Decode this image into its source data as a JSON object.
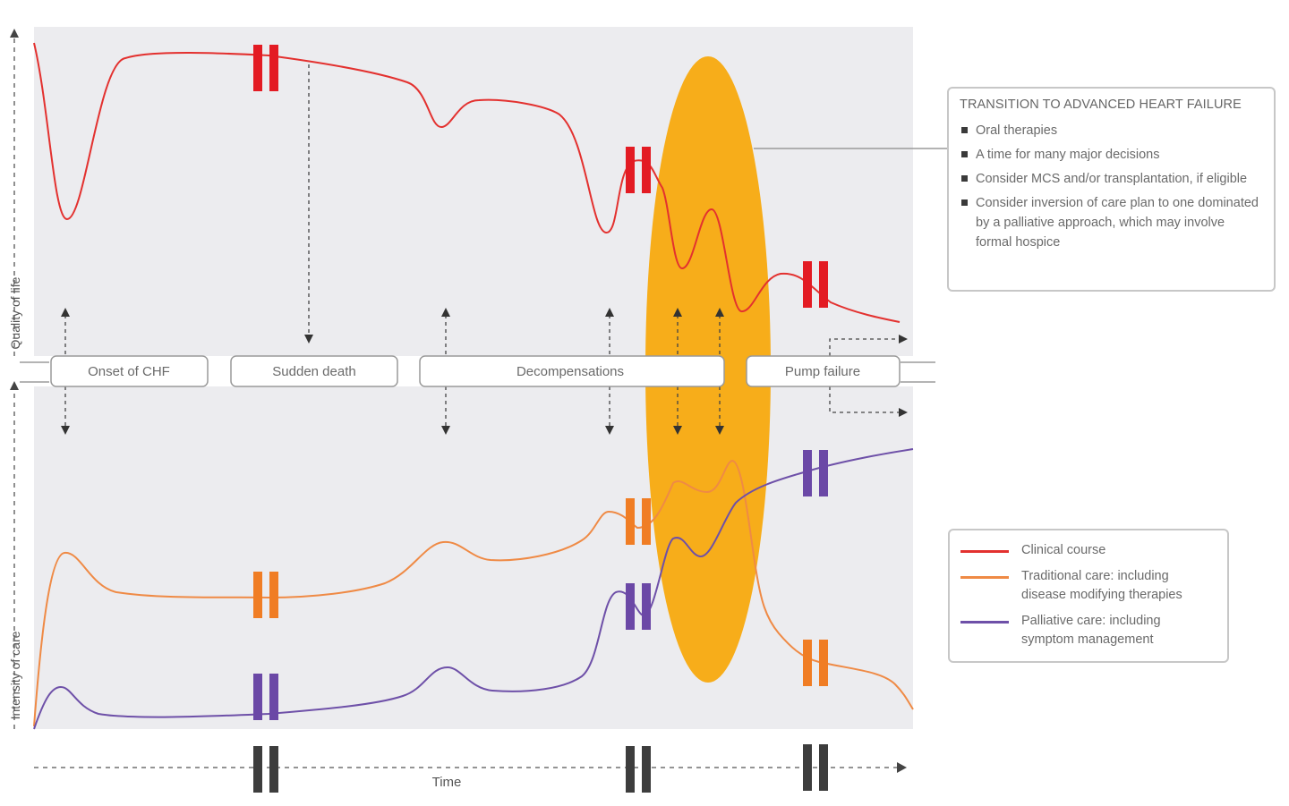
{
  "colors": {
    "plot_bg": "#ececef",
    "clinical": "#e3312f",
    "traditional": "#ef8a45",
    "palliative": "#6e50a8",
    "ellipse": "#f7ad1a",
    "marker_red": "#e31b23",
    "marker_orange": "#f07d24",
    "marker_purple": "#6b48a6",
    "marker_dark": "#3d3d3d"
  },
  "axes": {
    "y_top_label": "Quality of life",
    "y_bottom_label": "Intensity of care",
    "x_label": "Time"
  },
  "stage_boxes": {
    "onset": "Onset of CHF",
    "sudden_death": "Sudden death",
    "decompensations": "Decompensations",
    "pump_failure": "Pump failure"
  },
  "transition_panel": {
    "title": "TRANSITION TO ADVANCED HEART FAILURE",
    "items": [
      "Oral therapies",
      "A time for many major decisions",
      "Consider MCS and/or transplantation, if eligible",
      "Consider inversion of care plan to one dominated by a palliative approach, which may involve formal hospice"
    ]
  },
  "legend": {
    "items": [
      {
        "label": "Clinical course",
        "color_key": "clinical"
      },
      {
        "label": "Traditional care: including disease modifying therapies",
        "color_key": "traditional"
      },
      {
        "label": "Palliative care: including symptom management",
        "color_key": "palliative"
      }
    ]
  }
}
